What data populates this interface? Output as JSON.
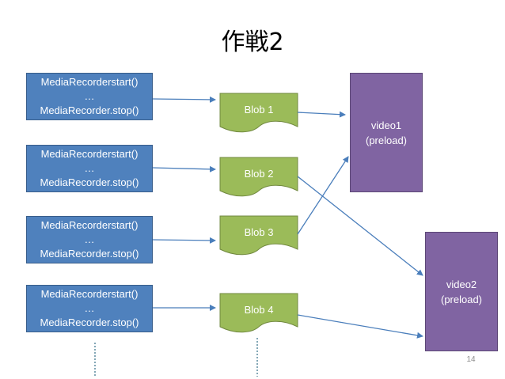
{
  "title": "作戦2",
  "recorders": [
    {
      "line1": "MediaRecorderstart()",
      "line2": "…",
      "line3": "MediaRecorder.stop()"
    },
    {
      "line1": "MediaRecorderstart()",
      "line2": "…",
      "line3": "MediaRecorder.stop()"
    },
    {
      "line1": "MediaRecorderstart()",
      "line2": "…",
      "line3": "MediaRecorder.stop()"
    },
    {
      "line1": "MediaRecorderstart()",
      "line2": "…",
      "line3": "MediaRecorder.stop()"
    }
  ],
  "blobs": [
    "Blob 1",
    "Blob 2",
    "Blob 3",
    "Blob 4"
  ],
  "videos": [
    {
      "line1": "video1",
      "line2": "(preload)"
    },
    {
      "line1": "video2",
      "line2": "(preload)"
    }
  ],
  "page_number": "14",
  "colors": {
    "recorder_fill": "#4f81bd",
    "blob_fill": "#9bbb59",
    "video_fill": "#8064a2",
    "arrow": "#4a7ebb"
  }
}
